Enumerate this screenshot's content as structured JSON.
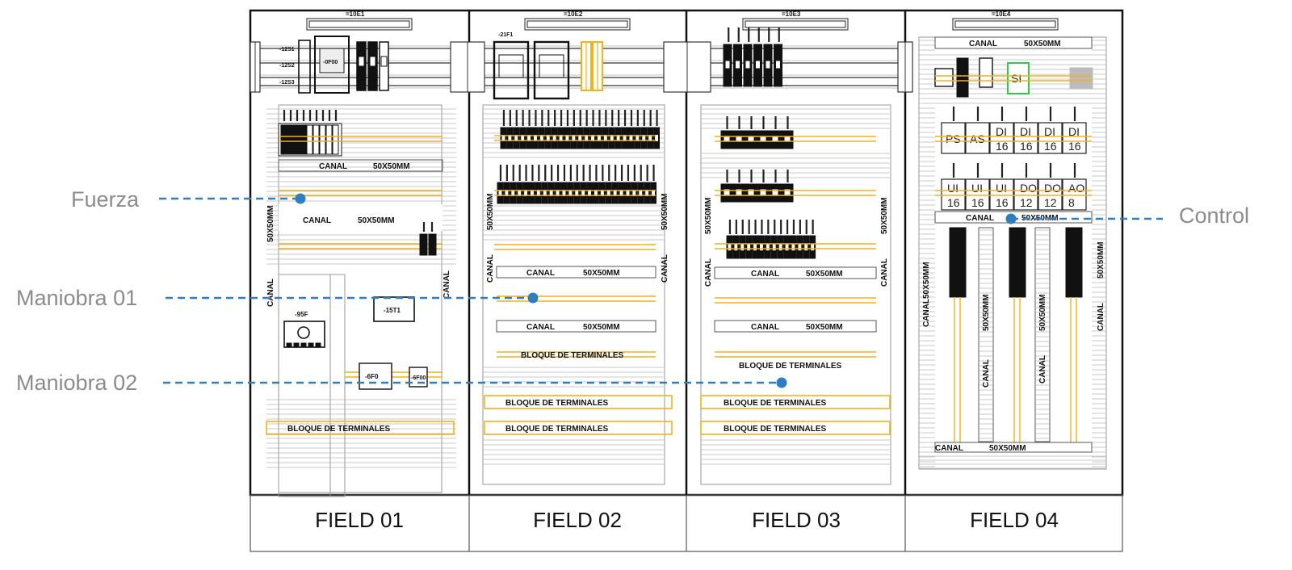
{
  "cabinet": {
    "fields": [
      {
        "label": "FIELD 01",
        "tag": "=10E1"
      },
      {
        "label": "FIELD 02",
        "tag": "=10E2"
      },
      {
        "label": "FIELD 03",
        "tag": "=10E3"
      },
      {
        "label": "FIELD 04",
        "tag": "=10E4"
      }
    ],
    "canal_text": "CANAL",
    "size_text": "50X50MM",
    "vertical_size_text": "50X50MM",
    "terminal_text": "BLOQUE DE TERMINALES",
    "breaker_labels": {
      "f1": "-95F",
      "f1b": "-15T1",
      "f1c": "-6F0",
      "f1d": "-6F00",
      "f1main": "-0F00"
    }
  },
  "callouts": {
    "fuerza": "Fuerza",
    "maniobra01": "Maniobra 01",
    "maniobra02": "Maniobra 02",
    "control": "Control"
  },
  "io_modules": {
    "row1": [
      {
        "name": "PS",
        "count": ""
      },
      {
        "name": "AS",
        "count": ""
      },
      {
        "name": "DI",
        "count": "16"
      },
      {
        "name": "DI",
        "count": "16"
      },
      {
        "name": "DI",
        "count": "16"
      },
      {
        "name": "DI",
        "count": "16"
      }
    ],
    "row2": [
      {
        "name": "UI",
        "count": "16"
      },
      {
        "name": "UI",
        "count": "16"
      },
      {
        "name": "UI",
        "count": "16"
      },
      {
        "name": "DO",
        "count": "12"
      },
      {
        "name": "DO",
        "count": "12"
      },
      {
        "name": "AO",
        "count": "8"
      }
    ],
    "special_label": "SI"
  },
  "colors": {
    "accent_yellow": "#f2b21a",
    "callout_blue": "#2e7fc2",
    "line_gray": "#777777",
    "dark": "#111111",
    "green_module": "#2ecc40"
  }
}
